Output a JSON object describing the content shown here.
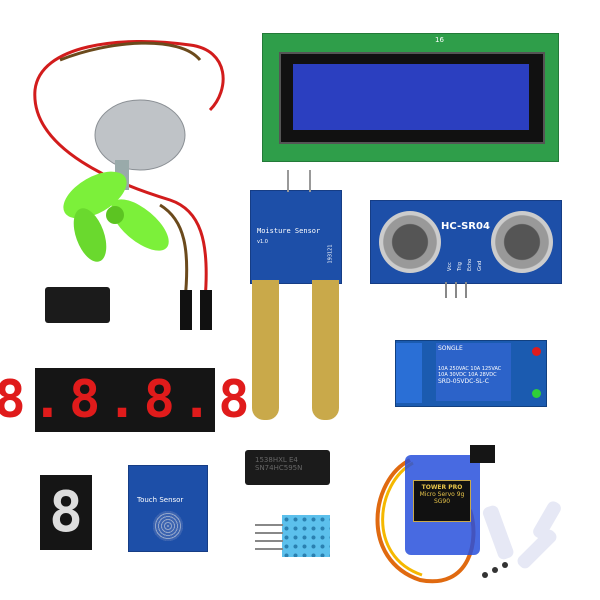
{
  "components": {
    "moisture_sensor": {
      "label": "Moisture Sensor",
      "version": "v1.0",
      "code": "193121"
    },
    "ultrasonic": {
      "label": "HC-SR04",
      "pins": [
        "Vcc",
        "Trig",
        "Echo",
        "Gnd"
      ]
    },
    "relay": {
      "brand": "SONGLE",
      "ratings": [
        "10A 250VAC  10A 125VAC",
        "10A 30VDC  10A 28VDC"
      ],
      "model": "SRD-05VDC-SL-C"
    },
    "touch_sensor": {
      "label": "Touch Sensor"
    },
    "shift_register": {
      "line1": "1538HXL E4",
      "line2": "SN74HC595N"
    },
    "servo": {
      "brand": "TOWER PRO",
      "model": "Micro Servo 9g",
      "code": "SG90"
    },
    "lcd": {
      "pin_label": "16"
    },
    "seven_segment_4": {
      "digits": "8.8.8.8"
    },
    "seven_segment_1": {
      "digit": "8"
    }
  },
  "colors": {
    "pcb_blue": "#1d4fa8",
    "lcd_green": "#2f9e4a",
    "lcd_screen": "#2b3fc0",
    "fan_green": "#7cf03a",
    "gold": "#c9a94a",
    "led_red": "#e01b1b",
    "dht_blue": "#5cc0ec"
  }
}
